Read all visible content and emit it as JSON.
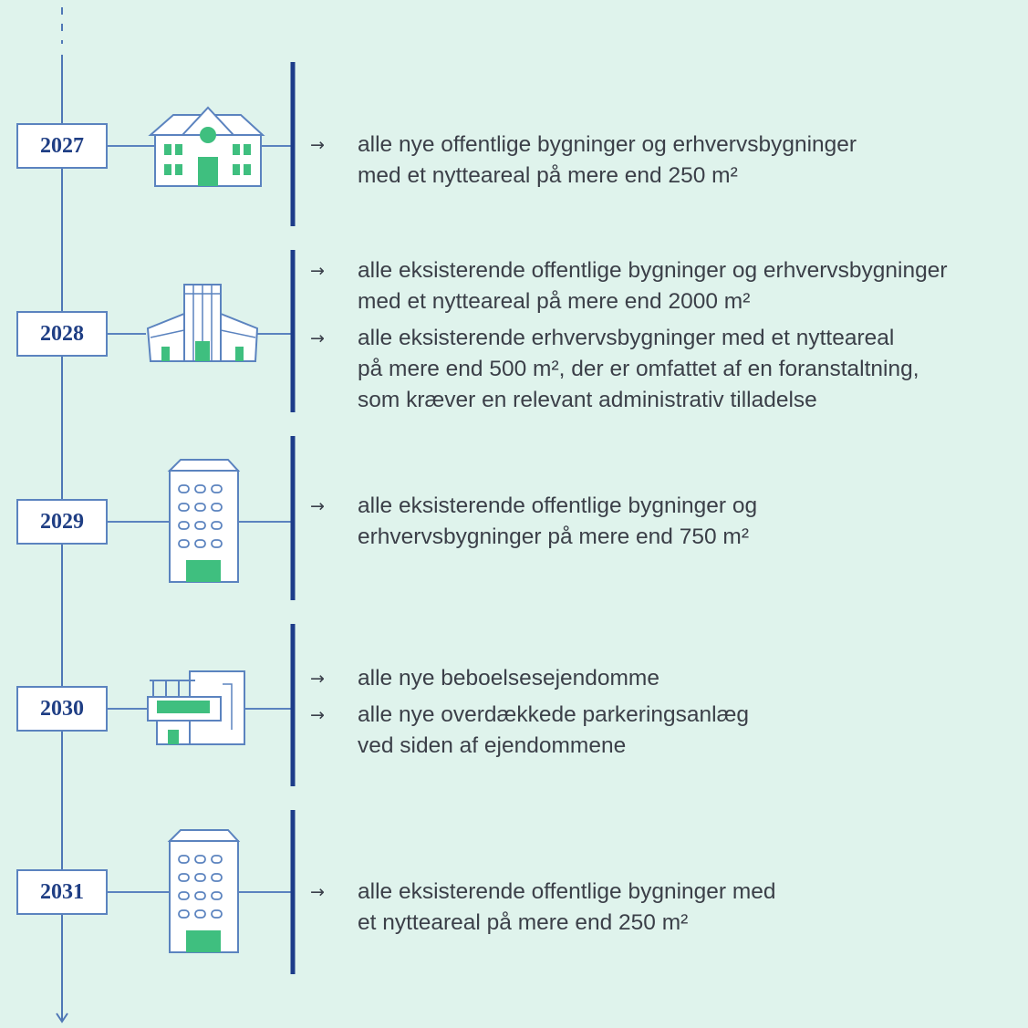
{
  "colors": {
    "background": "#dff3ec",
    "timeline_line": "#4f77b6",
    "divider": "#1d3c8a",
    "year_text": "#1f3e84",
    "icon_green": "#3fbf7f",
    "icon_outline": "#5b83bf"
  },
  "milestones": [
    {
      "year": "2027",
      "icon": "public-building-icon",
      "items": [
        [
          "alle nye offentlige bygninger og erhvervsbygninger",
          "med et nytteareal på mere end 250 m²"
        ]
      ]
    },
    {
      "year": "2028",
      "icon": "commercial-building-icon",
      "items": [
        [
          "alle eksisterende offentlige bygninger og erhvervsbygninger",
          "med et nytteareal på mere end 2000 m²"
        ],
        [
          "alle eksisterende erhvervsbygninger med et nytteareal",
          "på mere end 500 m², der er omfattet af en foranstaltning,",
          "som kræver en relevant administrativ tilladelse"
        ]
      ]
    },
    {
      "year": "2029",
      "icon": "office-tower-icon",
      "items": [
        [
          "alle eksisterende offentlige bygninger og",
          "erhvervsbygninger på mere end 750 m²"
        ]
      ]
    },
    {
      "year": "2030",
      "icon": "residential-house-icon",
      "items": [
        [
          "alle nye beboelsesejendomme"
        ],
        [
          "alle nye overdækkede parkeringsanlæg",
          "ved siden af ejendommene"
        ]
      ]
    },
    {
      "year": "2031",
      "icon": "office-tower-icon",
      "items": [
        [
          "alle eksisterende offentlige bygninger med",
          "et nytteareal på mere end 250 m²"
        ]
      ]
    }
  ],
  "arrow_glyph": "→"
}
